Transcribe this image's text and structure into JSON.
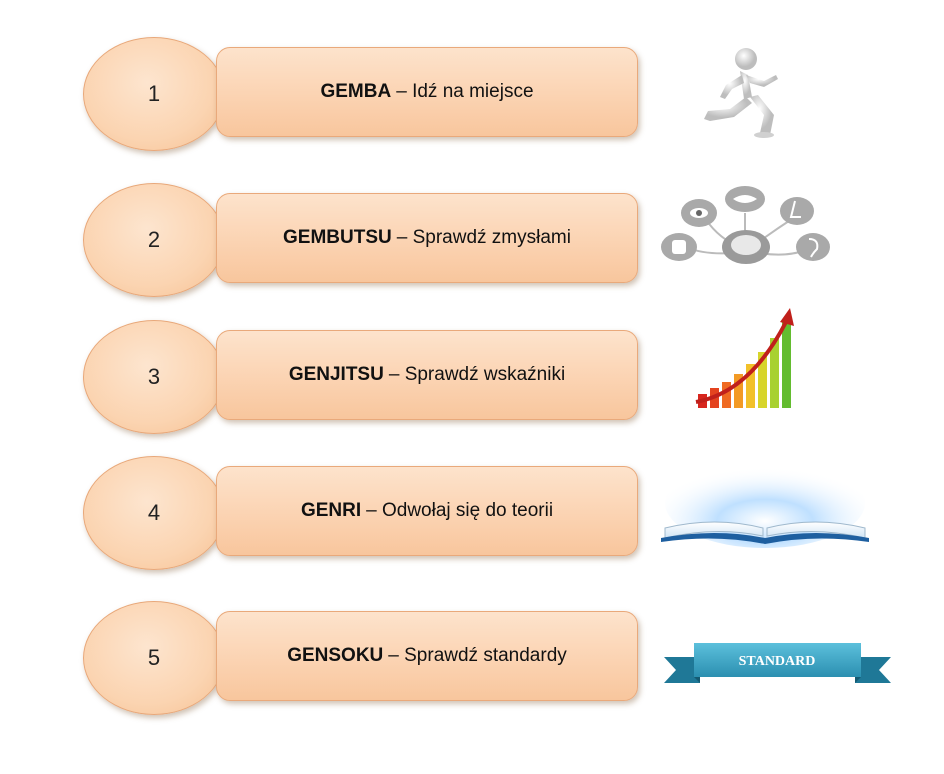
{
  "steps": [
    {
      "number": "1",
      "term": "GEMBA",
      "description": "– Idź na miejsce",
      "icon": "running-figure-icon"
    },
    {
      "number": "2",
      "term": "GEMBUTSU",
      "description": "– Sprawdź zmysłami",
      "icon": "senses-icon"
    },
    {
      "number": "3",
      "term": "GENJITSU",
      "description": "– Sprawdź wskaźniki",
      "icon": "growth-chart-icon"
    },
    {
      "number": "4",
      "term": "GENRI",
      "description": "– Odwołaj się do teorii",
      "icon": "open-book-icon"
    },
    {
      "number": "5",
      "term": "GENSOKU",
      "description": "– Sprawdź standardy",
      "icon": "standard-ribbon-icon"
    }
  ],
  "ribbon_text": "STANDARD",
  "colors": {
    "fill": "#fbd4b1",
    "border": "#e9a97b",
    "ribbon": "#3aa6c4"
  }
}
